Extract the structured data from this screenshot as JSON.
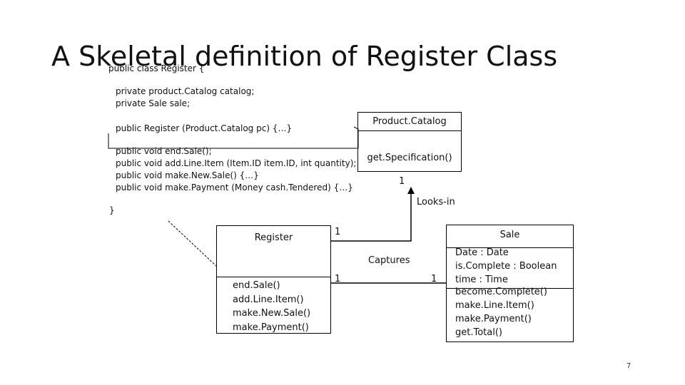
{
  "slide": {
    "title": "A Skeletal definition of Register Class",
    "page_number": "7"
  },
  "code": {
    "class_decl": "public class Register {",
    "fields": [
      "private product.Catalog catalog;",
      "private Sale sale;"
    ],
    "constructor": "public Register (Product.Catalog pc) {…}",
    "methods": [
      "public void end.Sale();",
      "public void add.Line.Item (Item.ID item.ID, int quantity);",
      "public void make.New.Sale() {…}",
      "public void make.Payment (Money cash.Tendered) {…}"
    ],
    "closing": "}"
  },
  "uml": {
    "product_catalog": {
      "name": "Product.Catalog",
      "operations": [
        "get.Specification()"
      ]
    },
    "register": {
      "name": "Register",
      "operations": [
        "end.Sale()",
        "add.Line.Item()",
        "make.New.Sale()",
        "make.Payment()"
      ]
    },
    "sale": {
      "name": "Sale",
      "attributes": [
        "Date : Date",
        "is.Complete : Boolean",
        "time : Time"
      ],
      "operations": [
        "become.Complete()",
        "make.Line.Item()",
        "make.Payment()",
        "get.Total()"
      ]
    },
    "associations": {
      "looks_in": {
        "label": "Looks-in",
        "register_multiplicity": "1",
        "catalog_multiplicity": "1"
      },
      "captures": {
        "label": "Captures",
        "register_multiplicity": "1",
        "sale_multiplicity": "1"
      }
    }
  }
}
